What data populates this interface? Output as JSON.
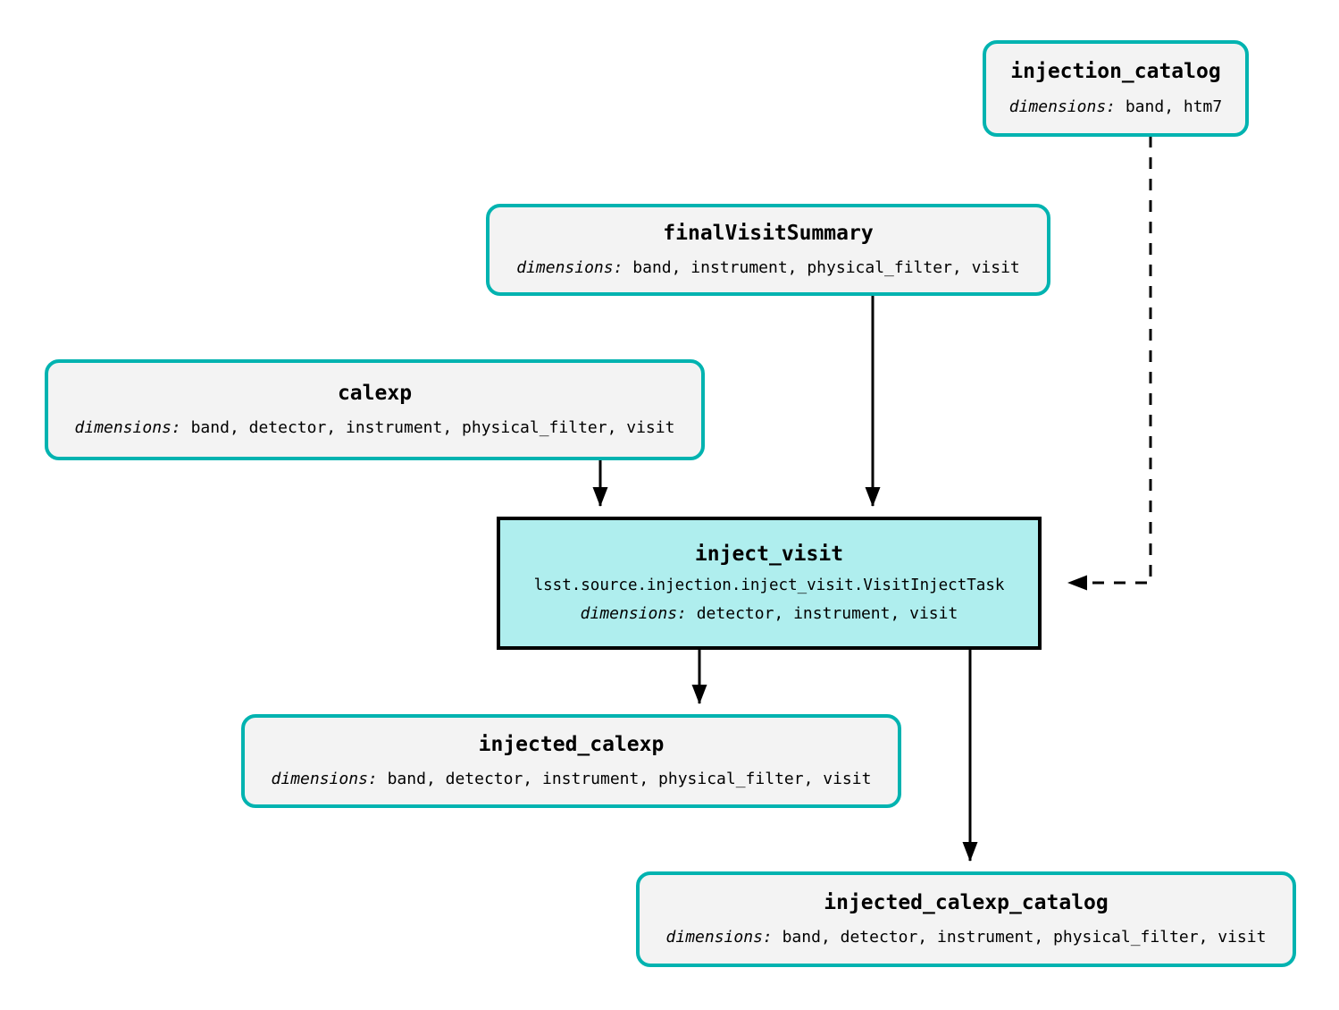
{
  "diagram": {
    "type": "pipeline-task-graph",
    "background_color": "#ffffff",
    "dataset_border_color": "#00b3b0",
    "dataset_fill_color": "#f3f3f3",
    "task_border_color": "#000000",
    "task_fill_color": "#afeeee",
    "edge_color": "#000000",
    "dims_prefix": "dimensions:"
  },
  "nodes": {
    "injection_catalog": {
      "title": "injection_catalog",
      "dims_label": "dimensions:",
      "dims_values": "band, htm7",
      "kind": "dataset"
    },
    "final_visit_summary": {
      "title": "finalVisitSummary",
      "dims_label": "dimensions:",
      "dims_values": "band, instrument, physical_filter, visit",
      "kind": "dataset"
    },
    "calexp": {
      "title": "calexp",
      "dims_label": "dimensions:",
      "dims_values": "band, detector, instrument, physical_filter, visit",
      "kind": "dataset"
    },
    "inject_visit": {
      "title": "inject_visit",
      "task_class": "lsst.source.injection.inject_visit.VisitInjectTask",
      "dims_label": "dimensions:",
      "dims_values": "detector, instrument, visit",
      "kind": "task"
    },
    "injected_calexp": {
      "title": "injected_calexp",
      "dims_label": "dimensions:",
      "dims_values": "band, detector, instrument, physical_filter, visit",
      "kind": "dataset"
    },
    "injected_calexp_catalog": {
      "title": "injected_calexp_catalog",
      "dims_label": "dimensions:",
      "dims_values": "band, detector, instrument, physical_filter, visit",
      "kind": "dataset"
    }
  },
  "edges": [
    {
      "from": "injection_catalog",
      "to": "inject_visit",
      "style": "dashed",
      "arrow": "filled-triangle"
    },
    {
      "from": "final_visit_summary",
      "to": "inject_visit",
      "style": "solid",
      "arrow": "filled-triangle"
    },
    {
      "from": "calexp",
      "to": "inject_visit",
      "style": "solid",
      "arrow": "filled-triangle"
    },
    {
      "from": "inject_visit",
      "to": "injected_calexp",
      "style": "solid",
      "arrow": "filled-triangle"
    },
    {
      "from": "inject_visit",
      "to": "injected_calexp_catalog",
      "style": "solid",
      "arrow": "filled-triangle"
    }
  ]
}
